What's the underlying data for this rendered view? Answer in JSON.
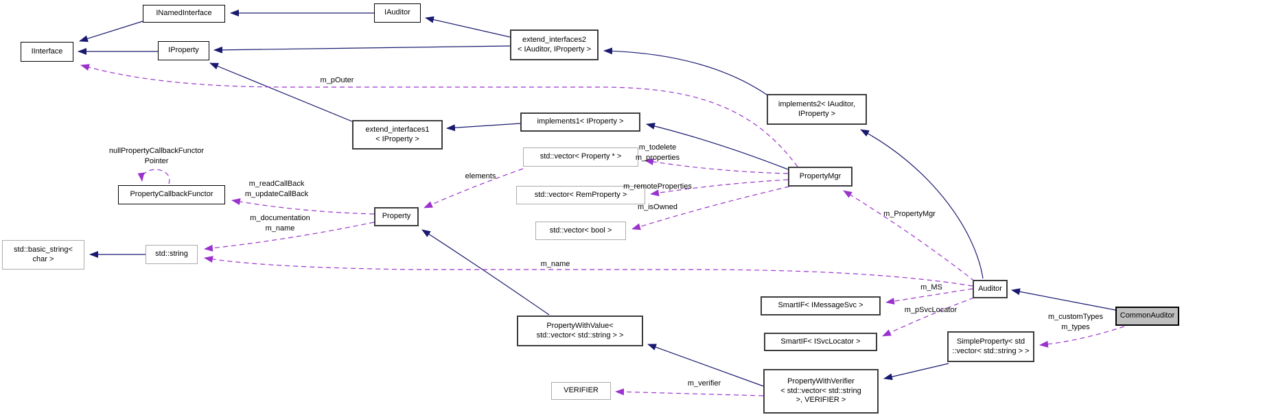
{
  "diagram": {
    "type": "doxygen-collaboration-graph",
    "colors": {
      "inheritance_edge": "#191970",
      "usage_edge": "#9a32cd",
      "node_fill": "#ffffff",
      "node_border": "#3c3c3c",
      "external_border": "#ababab",
      "current_node_fill": "#bfbfbf"
    },
    "nodes": [
      {
        "id": "iinterface",
        "label": "IInterface",
        "kind": "documented"
      },
      {
        "id": "inamedinterface",
        "label": "INamedInterface",
        "kind": "documented"
      },
      {
        "id": "iauditor",
        "label": "IAuditor",
        "kind": "documented"
      },
      {
        "id": "iproperty",
        "label": "IProperty",
        "kind": "documented"
      },
      {
        "id": "extend_interfaces2",
        "label": "extend_interfaces2\n< IAuditor, IProperty >",
        "kind": "documented"
      },
      {
        "id": "implements2",
        "label": "implements2< IAuditor,\nIProperty >",
        "kind": "documented"
      },
      {
        "id": "extend_interfaces1",
        "label": "extend_interfaces1\n< IProperty >",
        "kind": "documented"
      },
      {
        "id": "implements1",
        "label": "implements1< IProperty >",
        "kind": "documented"
      },
      {
        "id": "std_vector_property_ptr",
        "label": "std::vector< Property * >",
        "kind": "external"
      },
      {
        "id": "std_vector_remproperty",
        "label": "std::vector< RemProperty >",
        "kind": "external"
      },
      {
        "id": "std_vector_bool",
        "label": "std::vector< bool >",
        "kind": "external"
      },
      {
        "id": "propertymgr",
        "label": "PropertyMgr",
        "kind": "documented"
      },
      {
        "id": "propertycallbackfunctor",
        "label": "PropertyCallbackFunctor",
        "kind": "documented"
      },
      {
        "id": "property",
        "label": "Property",
        "kind": "documented"
      },
      {
        "id": "std_basic_string",
        "label": "std::basic_string<\nchar >",
        "kind": "external"
      },
      {
        "id": "std_string",
        "label": "std::string",
        "kind": "external"
      },
      {
        "id": "propertywithvalue",
        "label": "PropertyWithValue<\nstd::vector< std::string > >",
        "kind": "documented"
      },
      {
        "id": "smartif_imessagesvc",
        "label": "SmartIF< IMessageSvc >",
        "kind": "documented"
      },
      {
        "id": "smartif_isvclocator",
        "label": "SmartIF< ISvcLocator >",
        "kind": "documented"
      },
      {
        "id": "propertywithverifier",
        "label": "PropertyWithVerifier\n< std::vector< std::string\n>, VERIFIER >",
        "kind": "documented"
      },
      {
        "id": "simpleproperty",
        "label": "SimpleProperty< std\n::vector< std::string > >",
        "kind": "documented"
      },
      {
        "id": "auditor",
        "label": "Auditor",
        "kind": "documented"
      },
      {
        "id": "commonauditor",
        "label": "CommonAuditor",
        "kind": "current"
      },
      {
        "id": "verifier",
        "label": "VERIFIER",
        "kind": "external"
      }
    ],
    "edge_labels": [
      {
        "text": "m_pOuter"
      },
      {
        "text": "nullPropertyCallbackFunctor\nPointer"
      },
      {
        "text": "m_readCallBack\nm_updateCallBack"
      },
      {
        "text": "m_documentation\nm_name"
      },
      {
        "text": "elements"
      },
      {
        "text": "m_todelete\nm_properties"
      },
      {
        "text": "m_remoteProperties"
      },
      {
        "text": "m_isOwned"
      },
      {
        "text": "m_PropertyMgr"
      },
      {
        "text": "m_name"
      },
      {
        "text": "m_MS"
      },
      {
        "text": "m_pSvcLocator"
      },
      {
        "text": "m_customTypes\nm_types"
      },
      {
        "text": "m_verifier"
      }
    ]
  }
}
